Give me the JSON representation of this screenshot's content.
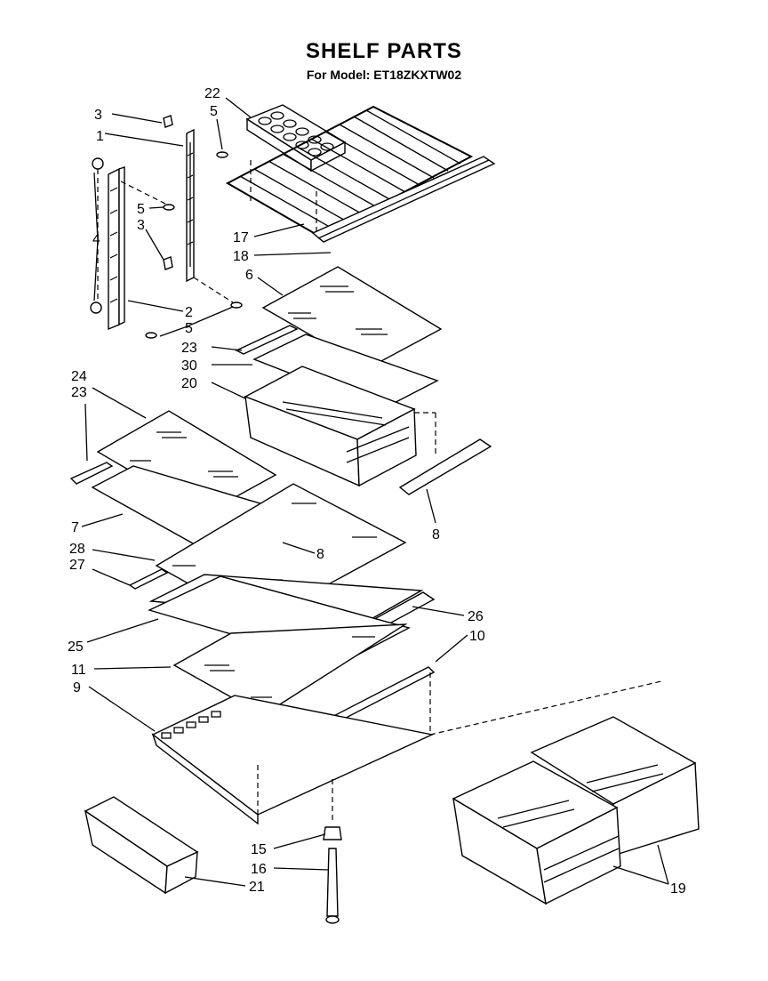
{
  "title": "SHELF PARTS",
  "subtitle": "For Model: ET18ZKXTW02",
  "callouts": {
    "c3a": "3",
    "c5a": "5",
    "c22": "22",
    "c1": "1",
    "c5b": "5",
    "c3b": "3",
    "c4": "4",
    "c17": "17",
    "c18": "18",
    "c6": "6",
    "c2": "2",
    "c5c": "5",
    "c23a": "23",
    "c30": "30",
    "c20": "20",
    "c24": "24",
    "c23b": "23",
    "c8a": "8",
    "c7": "7",
    "c28": "28",
    "c8b": "8",
    "c27": "27",
    "c26": "26",
    "c25": "25",
    "c10": "10",
    "c11": "11",
    "c9": "9",
    "c15": "15",
    "c16": "16",
    "c21": "21",
    "c19": "19"
  }
}
